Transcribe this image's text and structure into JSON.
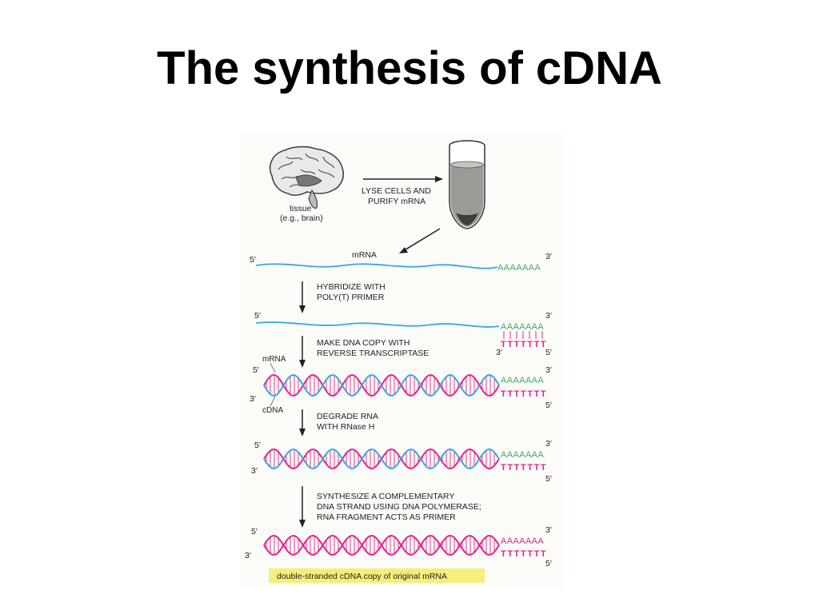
{
  "title": "The synthesis of cDNA",
  "colors": {
    "mrna": "#3aa8de",
    "cdna": "#e0288a",
    "polyA": "#4aa86a",
    "polyT": "#e0288a",
    "highlight": "#f6ee7a",
    "figure_bg": "#fbfbf8",
    "arrow": "#222222"
  },
  "figure": {
    "tissue_label": "tissue",
    "tissue_example": "(e.g., brain)",
    "lyse_step": [
      "LYSE CELLS AND",
      "PURIFY mRNA"
    ],
    "mrna_label": "mRNA",
    "five_prime": "5′",
    "three_prime": "3′",
    "poly_a": "AAAAAAA",
    "poly_t": "TTTTTTT",
    "hybridize_step": [
      "HYBRIDIZE WITH",
      "POLY(T) PRIMER"
    ],
    "copy_step": [
      "MAKE DNA COPY WITH",
      "REVERSE TRANSCRIPTASE"
    ],
    "strand_mrna_label": "mRNA",
    "strand_cdna_label": "cDNA",
    "degrade_step": [
      "DEGRADE RNA",
      "WITH RNase H"
    ],
    "synthesize_step": [
      "SYNTHESIZE A COMPLEMENTARY",
      "DNA STRAND USING DNA POLYMERASE;",
      "RNA FRAGMENT ACTS AS PRIMER"
    ],
    "final_label": "double-stranded cDNA copy of original mRNA"
  }
}
